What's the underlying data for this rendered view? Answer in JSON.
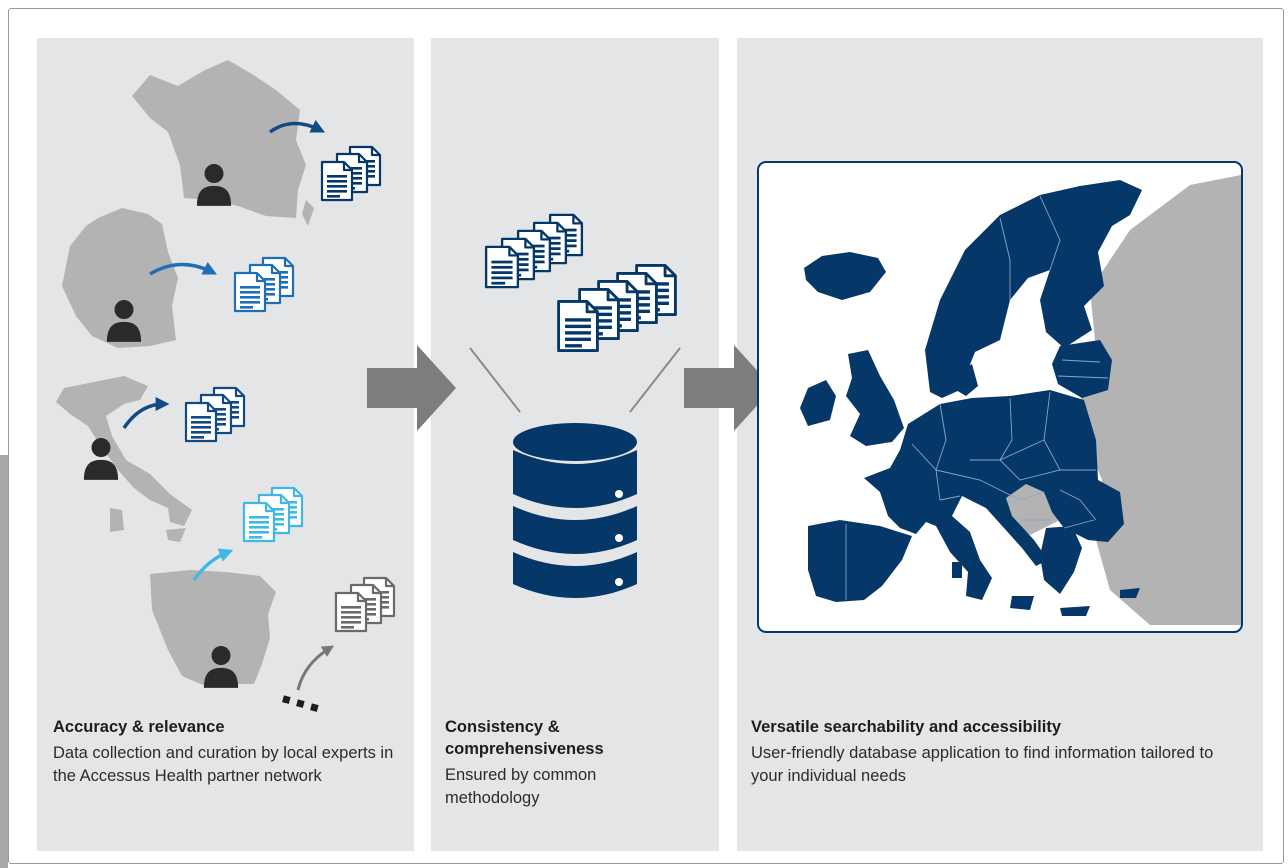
{
  "colors": {
    "navy": "#053769",
    "blue": "#1e6fb6",
    "lightblue": "#3fb8e6",
    "gray_doc": "#6a6a6a",
    "panel": "#e4e5e6",
    "arrow": "#7d7d7e",
    "country_gray": "#b3b3b3"
  },
  "columns": [
    {
      "title": "Accuracy & relevance",
      "text": "Data collection and curation by local experts in the Accessus Health partner network"
    },
    {
      "title": "Consistency & comprehensiveness",
      "text": "Ensured by common methodology"
    },
    {
      "title": "Versatile searchability and accessibility",
      "text": "User-friendly database application to find information tailored to your individual needs"
    }
  ],
  "icons": {
    "person": "person-silhouette-icon",
    "document": "document-stack-icon",
    "database": "database-icon",
    "arrow": "flow-arrow-icon",
    "map": "europe-map"
  }
}
